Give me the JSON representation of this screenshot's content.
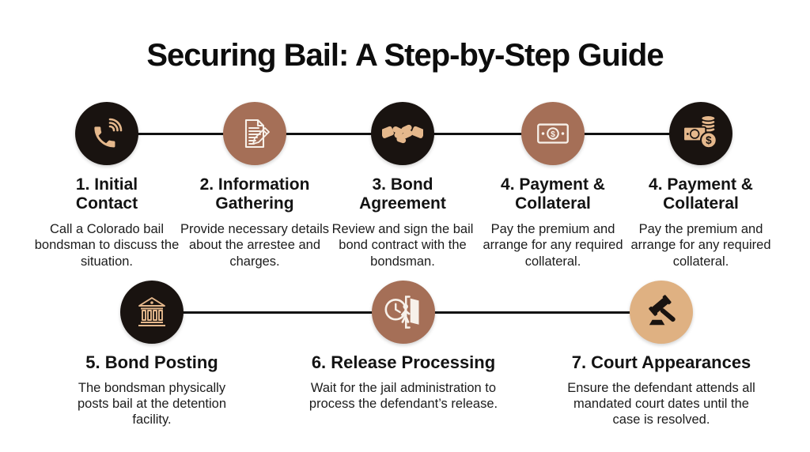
{
  "title": "Securing Bail: A Step-by-Step Guide",
  "palette": {
    "background": "#ffffff",
    "circle_black": "#191310",
    "circle_brown": "#a56f57",
    "circle_tan": "#dfb182",
    "icon_tan": "#e5b88c",
    "icon_white": "#f7f1ea",
    "connector_line": "#111111",
    "text": "#131313"
  },
  "steps_top": [
    {
      "icon": "phone-icon",
      "circle_color": "#191310",
      "title": "1. Initial Contact",
      "description": "Call a Colorado bail bondsman to discuss the situation."
    },
    {
      "icon": "document-pencil-icon",
      "circle_color": "#a56f57",
      "title": "2. Information Gathering",
      "description": "Provide necessary details about the arrestee and charges."
    },
    {
      "icon": "handshake-icon",
      "circle_color": "#191310",
      "title": "3. Bond Agreement",
      "description": "Review and sign the bail bond contract with the bondsman."
    },
    {
      "icon": "banknote-icon",
      "circle_color": "#a56f57",
      "title": "4. Payment & Collateral",
      "description": "Pay the premium and arrange for any required collateral."
    },
    {
      "icon": "cash-coins-icon",
      "circle_color": "#191310",
      "title": "4. Payment & Collateral",
      "description": "Pay the premium and arrange for any required collateral."
    }
  ],
  "steps_bottom": [
    {
      "icon": "bank-icon",
      "circle_color": "#191310",
      "title": "5. Bond Posting",
      "description": "The bondsman physically posts bail at the detention facility."
    },
    {
      "icon": "clock-door-exit-icon",
      "circle_color": "#a56f57",
      "title": "6. Release Processing",
      "description": "Wait for the jail administration to process the defendant’s release."
    },
    {
      "icon": "gavel-icon",
      "circle_color": "#dfb182",
      "title": "7. Court Appearances",
      "description": "Ensure the defendant attends all mandated court dates until the case is resolved."
    }
  ]
}
